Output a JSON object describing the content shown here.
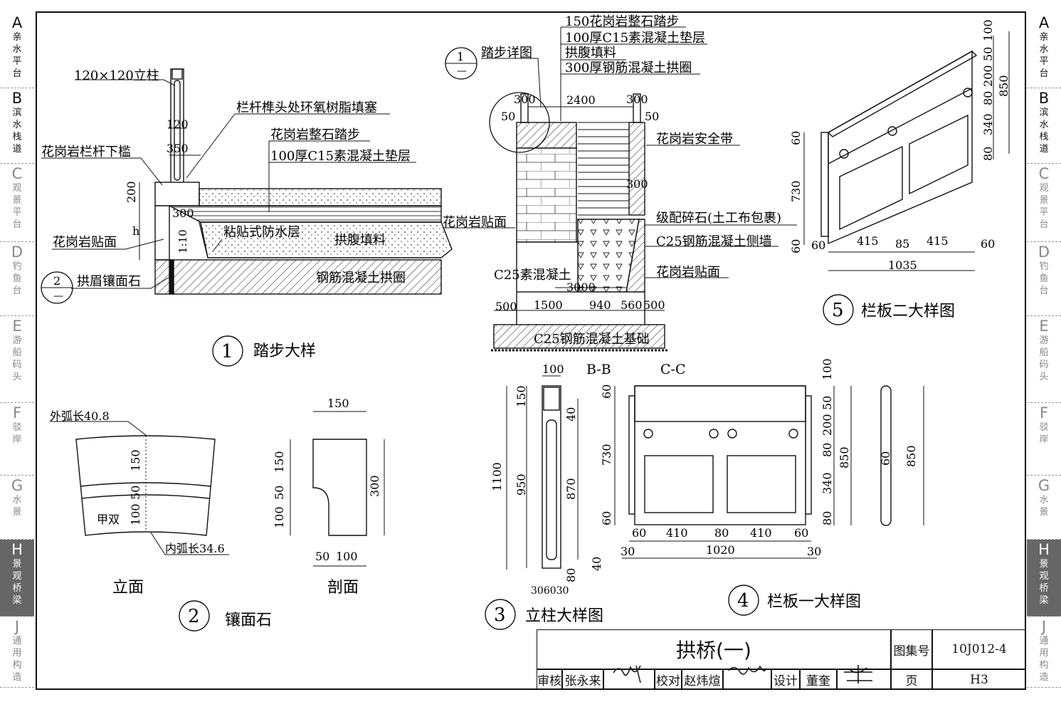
{
  "nav_left": [
    {
      "letter": "A",
      "label": "亲水平台",
      "state": "normal"
    },
    {
      "letter": "B",
      "label": "滨水栈道",
      "state": "normal"
    },
    {
      "letter": "C",
      "label": "观景平台",
      "state": "muted"
    },
    {
      "letter": "D",
      "label": "钓鱼台",
      "state": "muted"
    },
    {
      "letter": "E",
      "label": "游船码头",
      "state": "muted"
    },
    {
      "letter": "F",
      "label": "驳岸",
      "state": "muted"
    },
    {
      "letter": "G",
      "label": "水景",
      "state": "muted"
    },
    {
      "letter": "H",
      "label": "景观桥梁",
      "state": "active"
    },
    {
      "letter": "J",
      "label": "通用构造",
      "state": "muted"
    }
  ],
  "nav_right": [
    {
      "letter": "A",
      "label": "亲水平台",
      "state": "normal"
    },
    {
      "letter": "B",
      "label": "滨水栈道",
      "state": "normal"
    },
    {
      "letter": "C",
      "label": "观景平台",
      "state": "muted"
    },
    {
      "letter": "D",
      "label": "钓鱼台",
      "state": "muted"
    },
    {
      "letter": "E",
      "label": "游船码头",
      "state": "muted"
    },
    {
      "letter": "F",
      "label": "驳岸",
      "state": "muted"
    },
    {
      "letter": "G",
      "label": "水景",
      "state": "muted"
    },
    {
      "letter": "H",
      "label": "景观桥梁",
      "state": "active"
    },
    {
      "letter": "J",
      "label": "通用构造",
      "state": "muted"
    }
  ],
  "detail1": {
    "number": "1",
    "title": "踏步大样",
    "labels": {
      "post": "120×120立柱",
      "epoxy": "栏杆榫头处环氧树脂填塞",
      "step": "花岗岩整石踏步",
      "cushion": "100厚C15素混凝土垫层",
      "rail_sill": "花岗岩栏杆下槛",
      "veneer": "花岗岩贴面",
      "waterproof": "粘贴式防水层",
      "fill": "拱腹填料",
      "arch": "钢筋混凝土拱圈",
      "facing": "拱眉镶面石",
      "ref_num": "2",
      "ref_sub": "—"
    },
    "dims": {
      "d120": "120",
      "d350": "350",
      "d200": "200",
      "d300": "300",
      "dh": "h",
      "slope": "1:10"
    }
  },
  "detail2": {
    "number": "2",
    "title": "镶面石",
    "elev_label": "立面",
    "sect_label": "剖面",
    "outer_arc": "外弧长40.8",
    "inner_arc": "内弧长34.6",
    "mark": "甲双",
    "dims": {
      "d150": "150",
      "d50": "50",
      "d100": "100",
      "w150": "150",
      "h300": "300",
      "b50": "50",
      "b100": "100"
    }
  },
  "bridge_section": {
    "ref_num": "1",
    "ref_sub": "—",
    "ref_label": "踏步详图",
    "labels": {
      "step": "150花岗岩整石踏步",
      "cushion": "100厚C15素混凝土垫层",
      "fill": "拱腹填料",
      "arch": "300厚钢筋混凝土拱圈",
      "safety": "花岗岩安全带",
      "veneer_l": "花岗岩贴面",
      "gravel": "级配碎石(土工布包裹)",
      "side_wall": "C25钢筋混凝土侧墙",
      "veneer_r": "花岗岩贴面",
      "plain_conc": "C25素混凝土",
      "found": "C25钢筋混凝土基础",
      "bb": "B-B",
      "cc": "C-C"
    },
    "dims": {
      "w2400": "2400",
      "d300a": "300",
      "d50a": "50",
      "d300b": "300",
      "d50b": "50",
      "d300c": "300",
      "d3000": "3000",
      "d500a": "500",
      "d1500": "1500",
      "d940": "940",
      "d560": "560",
      "d500b": "500"
    }
  },
  "detail3": {
    "number": "3",
    "title": "立柱大样图",
    "dims": {
      "w100": "100",
      "d150": "150",
      "d40a": "40",
      "d1100": "1100",
      "d950": "950",
      "d870": "870",
      "d80": "80",
      "d40b": "40",
      "bot": "306030"
    }
  },
  "detail4": {
    "number": "4",
    "title": "栏板一大样图",
    "dims": {
      "d60t": "60",
      "d730": "730",
      "d60b": "60",
      "r100": "100",
      "r50": "50",
      "r200": "200",
      "r80a": "80",
      "r850": "850",
      "r340": "340",
      "r80b": "80",
      "w60a": "60",
      "w410a": "410",
      "w80": "80",
      "w410b": "410",
      "w60b": "60",
      "w30a": "30",
      "w1020": "1020",
      "w30b": "30",
      "s60": "60",
      "s850": "850"
    }
  },
  "detail5": {
    "number": "5",
    "title": "栏板二大样图",
    "dims": {
      "d60": "60",
      "d730": "730",
      "d60b": "60",
      "r100": "100",
      "r50": "50",
      "r200": "200",
      "r80a": "80",
      "r850": "850",
      "r340": "340",
      "r80b": "80",
      "w60a": "60",
      "w415a": "415",
      "w85": "85",
      "w415b": "415",
      "w60b": "60",
      "w1035": "1035"
    }
  },
  "title_block": {
    "title": "拱桥(一)",
    "atlas_label": "图集号",
    "atlas_no": "10J012-4",
    "page_label": "页",
    "page_no": "H3",
    "review_label": "审核",
    "reviewer": "张永来",
    "check_label": "校对",
    "checker": "赵炜煊",
    "design_label": "设计",
    "designer": "董奎"
  }
}
